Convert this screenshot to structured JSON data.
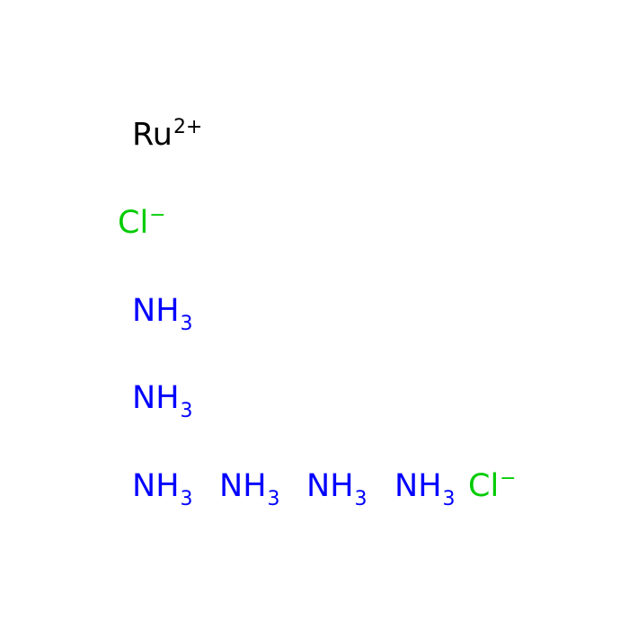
{
  "molecule": {
    "colors": {
      "metal": "#000000",
      "chloride": "#00cc00",
      "nitrogen": "#0000ff"
    },
    "fragments": [
      {
        "name": "ruthenium",
        "symbol": "Ru",
        "hydrogens": "",
        "hcount": "",
        "charge": "2+",
        "color": "#000000"
      },
      {
        "name": "chloride-1",
        "symbol": "Cl",
        "hydrogens": "",
        "hcount": "",
        "charge": "−",
        "color": "#00cc00"
      },
      {
        "name": "ammonia-1",
        "symbol": "N",
        "hydrogens": "H",
        "hcount": "3",
        "charge": "",
        "color": "#0000ff"
      },
      {
        "name": "ammonia-2",
        "symbol": "N",
        "hydrogens": "H",
        "hcount": "3",
        "charge": "",
        "color": "#0000ff"
      },
      {
        "name": "ammonia-3",
        "symbol": "N",
        "hydrogens": "H",
        "hcount": "3",
        "charge": "",
        "color": "#0000ff"
      },
      {
        "name": "ammonia-4",
        "symbol": "N",
        "hydrogens": "H",
        "hcount": "3",
        "charge": "",
        "color": "#0000ff"
      },
      {
        "name": "ammonia-5",
        "symbol": "N",
        "hydrogens": "H",
        "hcount": "3",
        "charge": "",
        "color": "#0000ff"
      },
      {
        "name": "ammonia-6",
        "symbol": "N",
        "hydrogens": "H",
        "hcount": "3",
        "charge": "",
        "color": "#0000ff"
      },
      {
        "name": "chloride-2",
        "symbol": "Cl",
        "hydrogens": "",
        "hcount": "",
        "charge": "−",
        "color": "#00cc00"
      }
    ]
  }
}
